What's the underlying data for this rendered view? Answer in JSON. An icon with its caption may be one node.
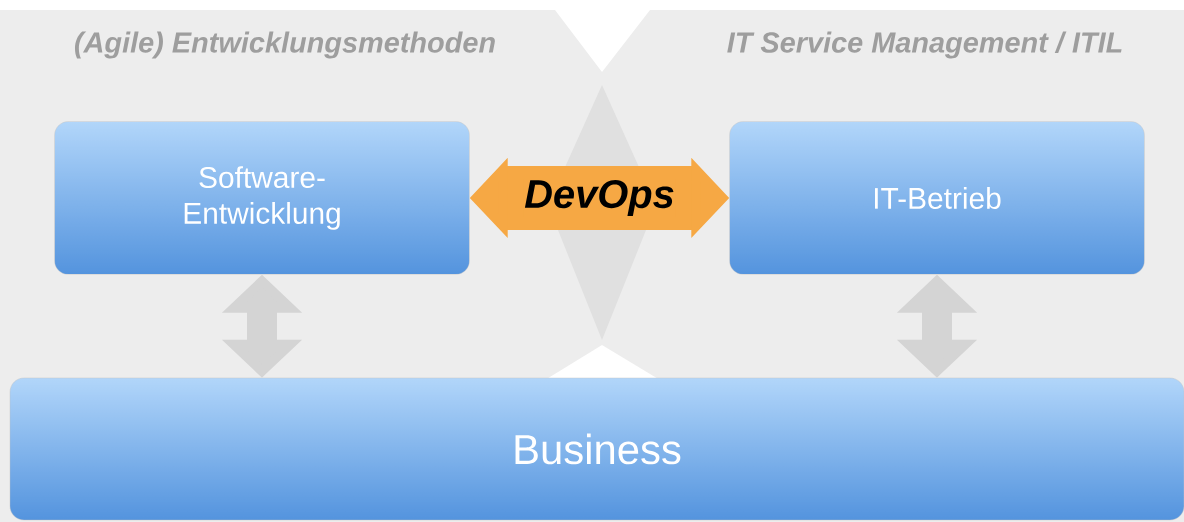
{
  "diagram": {
    "nodes": [
      {
        "text": [
          "Software- Entwicklung"
        ]
      },
      {
        "text": [
          "IT-Betrieb"
        ]
      },
      {
        "text": [
          "Business"
        ]
      }
    ],
    "edges": [
      {
        "from": 0,
        "to": 1,
        "arrow": "both",
        "label": "DevOps",
        "color": "#f6a844",
        "style": "thick"
      },
      {
        "from": 0,
        "to": 2,
        "arrow": "both"
      },
      {
        "from": 1,
        "to": 2,
        "arrow": "both"
      }
    ],
    "labels": [
      "(Agile) Entwicklungsmethoden",
      "IT Service Management / ITIL"
    ]
  }
}
